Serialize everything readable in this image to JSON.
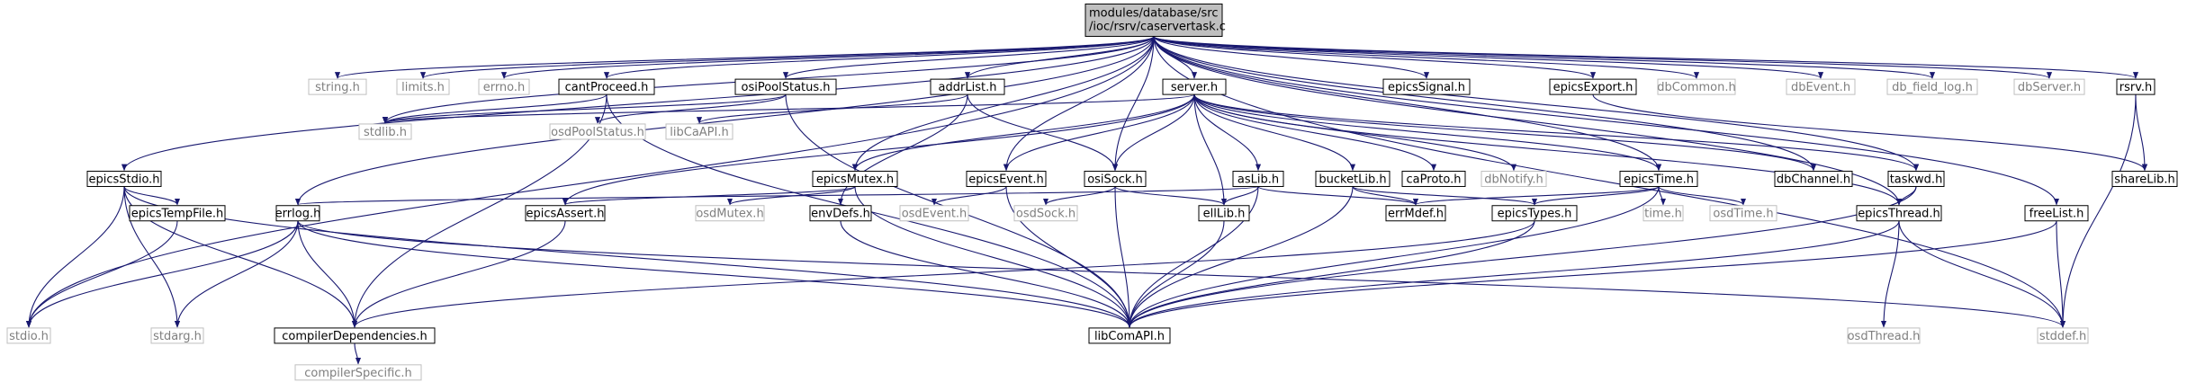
{
  "colors": {
    "edge": "#191970",
    "root_fill": "#bfbfbf",
    "border": "#000000",
    "external_border": "#bfbfbf",
    "external_text": "#7f7f7f"
  },
  "graph": {
    "root": {
      "id": "root",
      "lines": [
        "modules/database/src",
        "/ioc/rsrv/caservertask.c"
      ]
    },
    "nodes": [
      {
        "id": "stdio",
        "label": "stdio.h",
        "external": true
      },
      {
        "id": "epicsStdio",
        "label": "epicsStdio.h",
        "external": false
      },
      {
        "id": "errlog",
        "label": "errlog.h",
        "external": false
      },
      {
        "id": "string",
        "label": "string.h",
        "external": true
      },
      {
        "id": "limits",
        "label": "limits.h",
        "external": true
      },
      {
        "id": "errno",
        "label": "errno.h",
        "external": true
      },
      {
        "id": "cantProceed",
        "label": "cantProceed.h",
        "external": false
      },
      {
        "id": "osiPoolStatus",
        "label": "osiPoolStatus.h",
        "external": false
      },
      {
        "id": "addrList",
        "label": "addrList.h",
        "external": false
      },
      {
        "id": "server",
        "label": "server.h",
        "external": false
      },
      {
        "id": "epicsSignal",
        "label": "epicsSignal.h",
        "external": false
      },
      {
        "id": "epicsExport",
        "label": "epicsExport.h",
        "external": false
      },
      {
        "id": "dbCommon",
        "label": "dbCommon.h",
        "external": true
      },
      {
        "id": "dbEvent",
        "label": "dbEvent.h",
        "external": true
      },
      {
        "id": "db_field_log",
        "label": "db_field_log.h",
        "external": true
      },
      {
        "id": "dbServer",
        "label": "dbServer.h",
        "external": true
      },
      {
        "id": "rsrv",
        "label": "rsrv.h",
        "external": false
      },
      {
        "id": "stdlib",
        "label": "stdlib.h",
        "external": true
      },
      {
        "id": "osdPoolStatus",
        "label": "osdPoolStatus.h",
        "external": true
      },
      {
        "id": "libCaAPI",
        "label": "libCaAPI.h",
        "external": true
      },
      {
        "id": "epicsMutex",
        "label": "epicsMutex.h",
        "external": false
      },
      {
        "id": "epicsEvent",
        "label": "epicsEvent.h",
        "external": false
      },
      {
        "id": "osiSock",
        "label": "osiSock.h",
        "external": false
      },
      {
        "id": "asLib",
        "label": "asLib.h",
        "external": false
      },
      {
        "id": "bucketLib",
        "label": "bucketLib.h",
        "external": false
      },
      {
        "id": "caProto",
        "label": "caProto.h",
        "external": false
      },
      {
        "id": "dbNotify",
        "label": "dbNotify.h",
        "external": true
      },
      {
        "id": "epicsTime",
        "label": "epicsTime.h",
        "external": false
      },
      {
        "id": "dbChannel",
        "label": "dbChannel.h",
        "external": false
      },
      {
        "id": "taskwd",
        "label": "taskwd.h",
        "external": false
      },
      {
        "id": "shareLib",
        "label": "shareLib.h",
        "external": false
      },
      {
        "id": "epicsTempFile",
        "label": "epicsTempFile.h",
        "external": false
      },
      {
        "id": "epicsAssert",
        "label": "epicsAssert.h",
        "external": false
      },
      {
        "id": "osdMutex",
        "label": "osdMutex.h",
        "external": true
      },
      {
        "id": "envDefs",
        "label": "envDefs.h",
        "external": false
      },
      {
        "id": "osdEvent",
        "label": "osdEvent.h",
        "external": true
      },
      {
        "id": "osdSock",
        "label": "osdSock.h",
        "external": true
      },
      {
        "id": "ellLib",
        "label": "ellLib.h",
        "external": false
      },
      {
        "id": "errMdef",
        "label": "errMdef.h",
        "external": false
      },
      {
        "id": "epicsTypes",
        "label": "epicsTypes.h",
        "external": false
      },
      {
        "id": "time",
        "label": "time.h",
        "external": true
      },
      {
        "id": "osdTime",
        "label": "osdTime.h",
        "external": true
      },
      {
        "id": "epicsThread",
        "label": "epicsThread.h",
        "external": false
      },
      {
        "id": "freeList",
        "label": "freeList.h",
        "external": false
      },
      {
        "id": "stdarg",
        "label": "stdarg.h",
        "external": true
      },
      {
        "id": "compilerDependencies",
        "label": "compilerDependencies.h",
        "external": false
      },
      {
        "id": "libComAPI",
        "label": "libComAPI.h",
        "external": false
      },
      {
        "id": "osdThread",
        "label": "osdThread.h",
        "external": true
      },
      {
        "id": "stddef",
        "label": "stddef.h",
        "external": true
      },
      {
        "id": "compilerSpecific",
        "label": "compilerSpecific.h",
        "external": true
      }
    ],
    "edges": [
      [
        "root",
        "stdio"
      ],
      [
        "root",
        "epicsStdio"
      ],
      [
        "root",
        "errlog"
      ],
      [
        "root",
        "string"
      ],
      [
        "root",
        "limits"
      ],
      [
        "root",
        "errno"
      ],
      [
        "root",
        "cantProceed"
      ],
      [
        "root",
        "osiPoolStatus"
      ],
      [
        "root",
        "addrList"
      ],
      [
        "root",
        "server"
      ],
      [
        "root",
        "epicsSignal"
      ],
      [
        "root",
        "epicsExport"
      ],
      [
        "root",
        "dbCommon"
      ],
      [
        "root",
        "dbEvent"
      ],
      [
        "root",
        "db_field_log"
      ],
      [
        "root",
        "dbServer"
      ],
      [
        "root",
        "rsrv"
      ],
      [
        "root",
        "stddef"
      ],
      [
        "root",
        "stdlib"
      ],
      [
        "root",
        "epicsMutex"
      ],
      [
        "root",
        "epicsEvent"
      ],
      [
        "root",
        "osiSock"
      ],
      [
        "root",
        "epicsTime"
      ],
      [
        "root",
        "dbChannel"
      ],
      [
        "root",
        "taskwd"
      ],
      [
        "root",
        "epicsThread"
      ],
      [
        "root",
        "freeList"
      ],
      [
        "epicsStdio",
        "stdio"
      ],
      [
        "epicsStdio",
        "epicsTempFile"
      ],
      [
        "epicsStdio",
        "stdarg"
      ],
      [
        "epicsStdio",
        "compilerDependencies"
      ],
      [
        "epicsStdio",
        "libComAPI"
      ],
      [
        "epicsTempFile",
        "stdio"
      ],
      [
        "errlog",
        "stdio"
      ],
      [
        "errlog",
        "stdarg"
      ],
      [
        "errlog",
        "compilerDependencies"
      ],
      [
        "errlog",
        "libComAPI"
      ],
      [
        "errlog",
        "stddef"
      ],
      [
        "cantProceed",
        "stdlib"
      ],
      [
        "cantProceed",
        "compilerDependencies"
      ],
      [
        "cantProceed",
        "libComAPI"
      ],
      [
        "osiPoolStatus",
        "stdlib"
      ],
      [
        "osiPoolStatus",
        "osdPoolStatus"
      ],
      [
        "osiPoolStatus",
        "libComAPI"
      ],
      [
        "addrList",
        "libCaAPI"
      ],
      [
        "addrList",
        "osiSock"
      ],
      [
        "addrList",
        "envDefs"
      ],
      [
        "server",
        "stdlib"
      ],
      [
        "server",
        "epicsAssert"
      ],
      [
        "server",
        "epicsMutex"
      ],
      [
        "server",
        "epicsEvent"
      ],
      [
        "server",
        "osiSock"
      ],
      [
        "server",
        "asLib"
      ],
      [
        "server",
        "bucketLib"
      ],
      [
        "server",
        "caProto"
      ],
      [
        "server",
        "dbNotify"
      ],
      [
        "server",
        "epicsTime"
      ],
      [
        "server",
        "dbChannel"
      ],
      [
        "server",
        "taskwd"
      ],
      [
        "server",
        "ellLib"
      ],
      [
        "server",
        "epicsThread"
      ],
      [
        "epicsMutex",
        "epicsAssert"
      ],
      [
        "epicsMutex",
        "osdMutex"
      ],
      [
        "epicsMutex",
        "libComAPI"
      ],
      [
        "epicsEvent",
        "osdEvent"
      ],
      [
        "epicsEvent",
        "libComAPI"
      ],
      [
        "osiSock",
        "osdSock"
      ],
      [
        "osiSock",
        "ellLib"
      ],
      [
        "osiSock",
        "libComAPI"
      ],
      [
        "asLib",
        "ellLib"
      ],
      [
        "asLib",
        "errMdef"
      ],
      [
        "asLib",
        "errlog"
      ],
      [
        "asLib",
        "libComAPI"
      ],
      [
        "bucketLib",
        "errMdef"
      ],
      [
        "bucketLib",
        "epicsTypes"
      ],
      [
        "bucketLib",
        "libComAPI"
      ],
      [
        "epicsTime",
        "errMdef"
      ],
      [
        "epicsTime",
        "epicsTypes"
      ],
      [
        "epicsTime",
        "time"
      ],
      [
        "epicsTime",
        "osdTime"
      ],
      [
        "epicsTime",
        "libComAPI"
      ],
      [
        "taskwd",
        "epicsThread"
      ],
      [
        "taskwd",
        "libComAPI"
      ],
      [
        "epicsThread",
        "osdThread"
      ],
      [
        "epicsThread",
        "stddef"
      ],
      [
        "epicsThread",
        "libComAPI"
      ],
      [
        "freeList",
        "stddef"
      ],
      [
        "freeList",
        "libComAPI"
      ],
      [
        "rsrv",
        "shareLib"
      ],
      [
        "rsrv",
        "stddef"
      ],
      [
        "epicsExport",
        "shareLib"
      ],
      [
        "epicsAssert",
        "compilerDependencies"
      ],
      [
        "envDefs",
        "libComAPI"
      ],
      [
        "ellLib",
        "libComAPI"
      ],
      [
        "epicsTypes",
        "compilerDependencies"
      ],
      [
        "epicsTypes",
        "libComAPI"
      ],
      [
        "compilerDependencies",
        "compilerSpecific"
      ]
    ]
  }
}
